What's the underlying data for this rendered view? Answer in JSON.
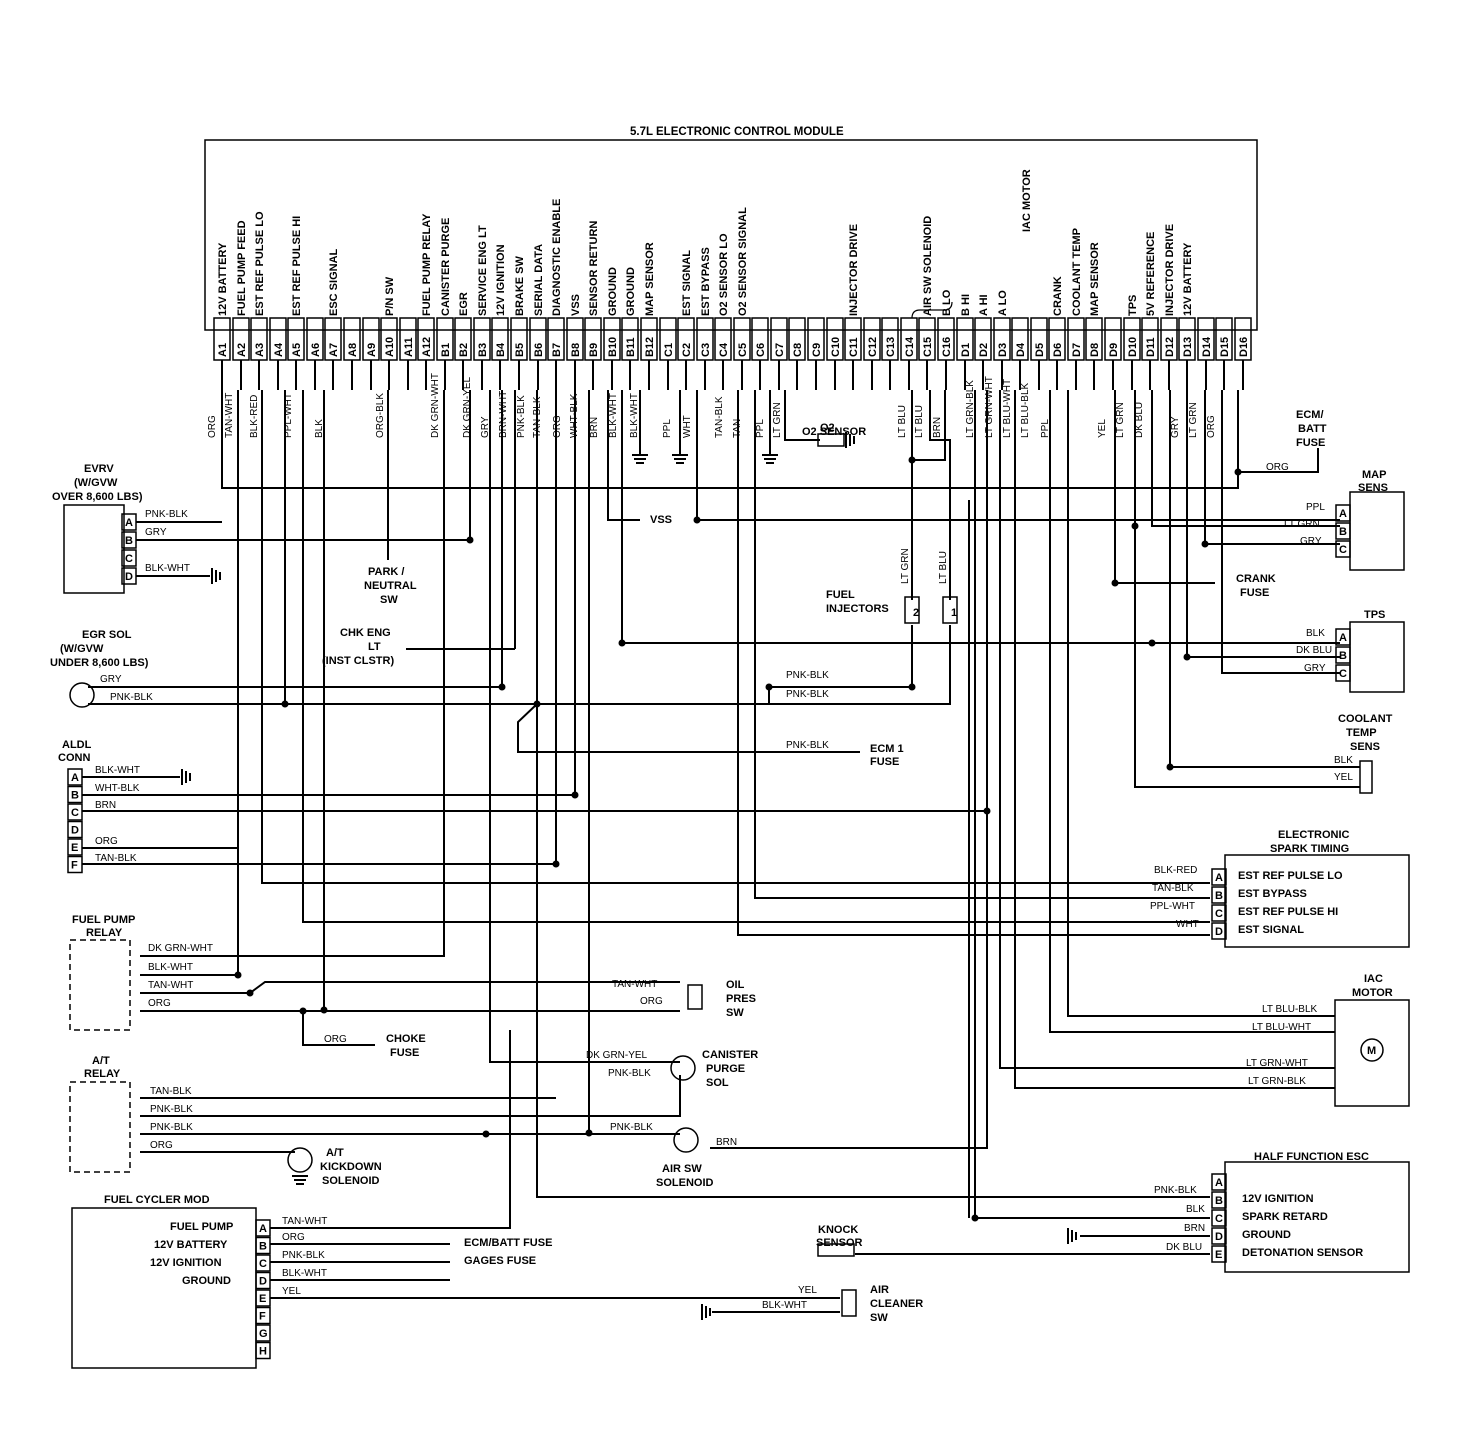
{
  "title": "5.7L ELECTRONIC CONTROL MODULE",
  "ecm_functions": [
    "12V BATTERY",
    "FUEL PUMP FEED",
    "EST REF PULSE LO",
    "",
    "EST REF PULSE HI",
    "",
    "ESC SIGNAL",
    "",
    "",
    "P/N SW",
    "",
    "FUEL PUMP RELAY",
    "CANISTER PURGE",
    "EGR",
    "SERVICE ENG LT",
    "12V IGNITION",
    "BRAKE SW",
    "SERIAL DATA",
    "DIAGNOSTIC ENABLE",
    "VSS",
    "SENSOR RETURN",
    "GROUND",
    "GROUND",
    "MAP SENSOR",
    "",
    "EST SIGNAL",
    "EST BYPASS",
    "O2 SENSOR LO",
    "O2 SENSOR SIGNAL",
    "",
    "",
    "",
    "",
    "",
    "INJECTOR DRIVE",
    "",
    "",
    "",
    "AIR SW SOLENOID",
    "B LO",
    "B HI",
    "A HI",
    "A LO",
    "",
    "",
    "CRANK",
    "COOLANT TEMP",
    "MAP SENSOR",
    "",
    "TPS",
    "5V REFERENCE",
    "INJECTOR DRIVE",
    "12V BATTERY"
  ],
  "ecm_pins": [
    "A1",
    "A2",
    "A3",
    "A4",
    "A5",
    "A6",
    "A7",
    "A8",
    "A9",
    "A10",
    "A11",
    "A12",
    "B1",
    "B2",
    "B3",
    "B4",
    "B5",
    "B6",
    "B7",
    "B8",
    "B9",
    "B10",
    "B11",
    "B12",
    "C1",
    "C2",
    "C3",
    "C4",
    "C5",
    "C6",
    "C7",
    "C8",
    "C9",
    "C10",
    "C11",
    "C12",
    "C13",
    "C14",
    "C15",
    "C16",
    "D1",
    "D2",
    "D3",
    "D4",
    "D5",
    "D6",
    "D7",
    "D8",
    "D9",
    "D10",
    "D11",
    "D12",
    "D13",
    "D14",
    "D15",
    "D16"
  ],
  "iac_label": "IAC MOTOR",
  "pin_wires": [
    "ORG",
    "TAN-WHT",
    "BLK-RED",
    "PPL-WHT",
    "BLK",
    "ORG-BLK",
    "DK GRN-WHT",
    "DK GRN-YEL",
    "GRY",
    "BRN-WHT",
    "PNK-BLK",
    "TAN-BLK",
    "ORG",
    "WHT-BLK",
    "BRN",
    "BLK-WHT",
    "BLK-WHT",
    "PPL",
    "WHT",
    "TAN-BLK",
    "TAN",
    "PPL",
    "LT GRN",
    "LT BLU",
    "LT BLU",
    "BRN",
    "LT GRN-BLK",
    "LT GRN-WHT",
    "LT BLU-WHT",
    "LT BLU-BLK",
    "PPL",
    "YEL",
    "LT GRN",
    "DK BLU",
    "GRY",
    "LT GRN",
    "ORG"
  ],
  "components": {
    "evrv": {
      "title": "EVRV (W/GVW OVER 8,600 LBS)",
      "pins": [
        "A",
        "B",
        "C",
        "D"
      ],
      "wires": [
        "PNK-BLK",
        "GRY",
        "BLK-WHT"
      ]
    },
    "egr_sol": {
      "title": "EGR SOL (W/GVW UNDER 8,600 LBS)",
      "wires": [
        "GRY",
        "PNK-BLK"
      ]
    },
    "aldl": {
      "title": "ALDL CONN",
      "pins": [
        "A",
        "B",
        "C",
        "D",
        "E",
        "F"
      ],
      "wires": [
        "BLK-WHT",
        "WHT-BLK",
        "BRN",
        "ORG",
        "TAN-BLK"
      ]
    },
    "fuel_pump_relay": {
      "title": "FUEL PUMP RELAY",
      "wires": [
        "DK GRN-WHT",
        "BLK-WHT",
        "TAN-WHT",
        "ORG"
      ]
    },
    "at_relay": {
      "title": "A/T RELAY",
      "wires": [
        "TAN-BLK",
        "PNK-BLK",
        "PNK-BLK",
        "ORG"
      ]
    },
    "fuel_cycler": {
      "title": "FUEL CYCLER MOD",
      "rows": [
        "FUEL PUMP",
        "12V BATTERY",
        "12V IGNITION",
        "GROUND"
      ],
      "pins": [
        "A",
        "B",
        "C",
        "D",
        "E",
        "F",
        "G",
        "H"
      ],
      "wires": [
        "TAN-WHT",
        "ORG",
        "PNK-BLK",
        "BLK-WHT",
        "YEL"
      ]
    },
    "park_neutral": "PARK / NEUTRAL SW",
    "chk_eng": "CHK ENG LT (INST CLSTR)",
    "o2_sensor": "O2 SENSOR",
    "fuel_injectors": {
      "title": "FUEL INJECTORS",
      "wires": [
        "LT GRN",
        "LT BLU"
      ],
      "nums": [
        "2",
        "1"
      ]
    },
    "ecm1_fuse": "ECM 1 FUSE",
    "oil_pres": {
      "title": "OIL PRES SW",
      "wires": [
        "TAN-WHT",
        "ORG"
      ]
    },
    "choke_fuse": "CHOKE FUSE",
    "canister": {
      "title": "CANISTER PURGE SOL",
      "wires": [
        "DK GRN-YEL",
        "PNK-BLK"
      ]
    },
    "kickdown": "A/T KICKDOWN SOLENOID",
    "air_sw_sol": {
      "title": "AIR SW SOLENOID",
      "wires": [
        "PNK-BLK",
        "BRN"
      ]
    },
    "air_cleaner": {
      "title": "AIR CLEANER SW",
      "wires": [
        "YEL",
        "BLK-WHT"
      ]
    },
    "ecm_batt_fuse": "ECM/BATT FUSE",
    "gages_fuse": "GAGES FUSE",
    "knock_sensor": "KNOCK SENSOR",
    "vss": "VSS",
    "ecm_batt_fuse2": "ECM / BATT FUSE",
    "crank_fuse": "CRANK FUSE",
    "map_sens": {
      "title": "MAP SENS",
      "pins": [
        "A",
        "B",
        "C"
      ],
      "wires": [
        "PPL",
        "LT GRN",
        "GRY"
      ]
    },
    "tps": {
      "title": "TPS",
      "pins": [
        "A",
        "B",
        "C"
      ],
      "wires": [
        "BLK",
        "DK BLU",
        "GRY"
      ]
    },
    "coolant": {
      "title": "COOLANT TEMP SENS",
      "wires": [
        "BLK",
        "YEL"
      ]
    },
    "est": {
      "title": "ELECTRONIC SPARK TIMING",
      "pins": [
        "A",
        "B",
        "C",
        "D"
      ],
      "rows": [
        "EST REF PULSE LO",
        "EST BYPASS",
        "EST REF PULSE HI",
        "EST SIGNAL"
      ],
      "wires": [
        "BLK-RED",
        "TAN-BLK",
        "PPL-WHT",
        "WHT"
      ]
    },
    "iac_motor": {
      "title": "IAC MOTOR",
      "wires": [
        "LT BLU-BLK",
        "LT BLU-WHT",
        "LT GRN-WHT",
        "LT GRN-BLK"
      ]
    },
    "esc": {
      "title": "HALF FUNCTION ESC",
      "pins": [
        "A",
        "B",
        "C",
        "D",
        "E"
      ],
      "rows": [
        "12V IGNITION",
        "SPARK RETARD",
        "GROUND",
        "DETONATION SENSOR"
      ],
      "wires": [
        "PNK-BLK",
        "BLK",
        "BRN",
        "DK BLU"
      ]
    }
  }
}
